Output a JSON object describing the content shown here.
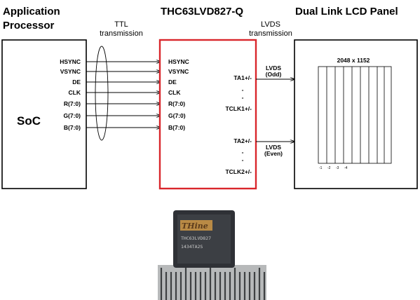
{
  "processor": {
    "title_line1": "Application",
    "title_line2": "Processor",
    "block_label": "SoC",
    "signals": [
      "HSYNC",
      "VSYNC",
      "DE",
      "CLK",
      "R(7:0)",
      "G(7:0)",
      "B(7:0)"
    ]
  },
  "ttl": {
    "line1": "TTL",
    "line2": "transmission"
  },
  "chip": {
    "title": "THC63LVD827-Q",
    "inputs": [
      "HSYNC",
      "VSYNC",
      "DE",
      "CLK",
      "R(7:0)",
      "G(7:0)",
      "B(7:0)"
    ],
    "out_odd": [
      "TA1+/-",
      "-",
      "-",
      "TCLK1+/-"
    ],
    "out_even": [
      "TA2+/-",
      "-",
      "-",
      "TCLK2+/-"
    ],
    "border_color": "#d9262c"
  },
  "lvds": {
    "line1": "LVDS",
    "line2": "transmission",
    "odd_line1": "LVDS",
    "odd_line2": "(Odd)",
    "even_line1": "LVDS",
    "even_line2": "(Even)"
  },
  "panel": {
    "title": "Dual Link LCD Panel",
    "resolution": "2048 x 1152",
    "column_labels": [
      "-1",
      "-2",
      "-3",
      "-4"
    ]
  },
  "photo": {
    "logo": "THine",
    "part_line1": "THC63LVD827",
    "part_line2": "1434TA2S"
  }
}
